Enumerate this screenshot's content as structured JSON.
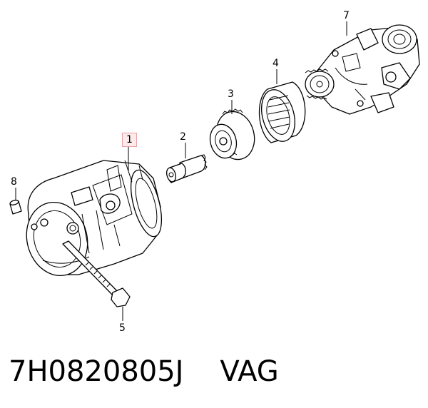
{
  "callouts": [
    "1",
    "2",
    "3",
    "4",
    "5",
    "7",
    "8"
  ],
  "caption": {
    "part_number": "7H0820805J",
    "brand": "VAG"
  }
}
